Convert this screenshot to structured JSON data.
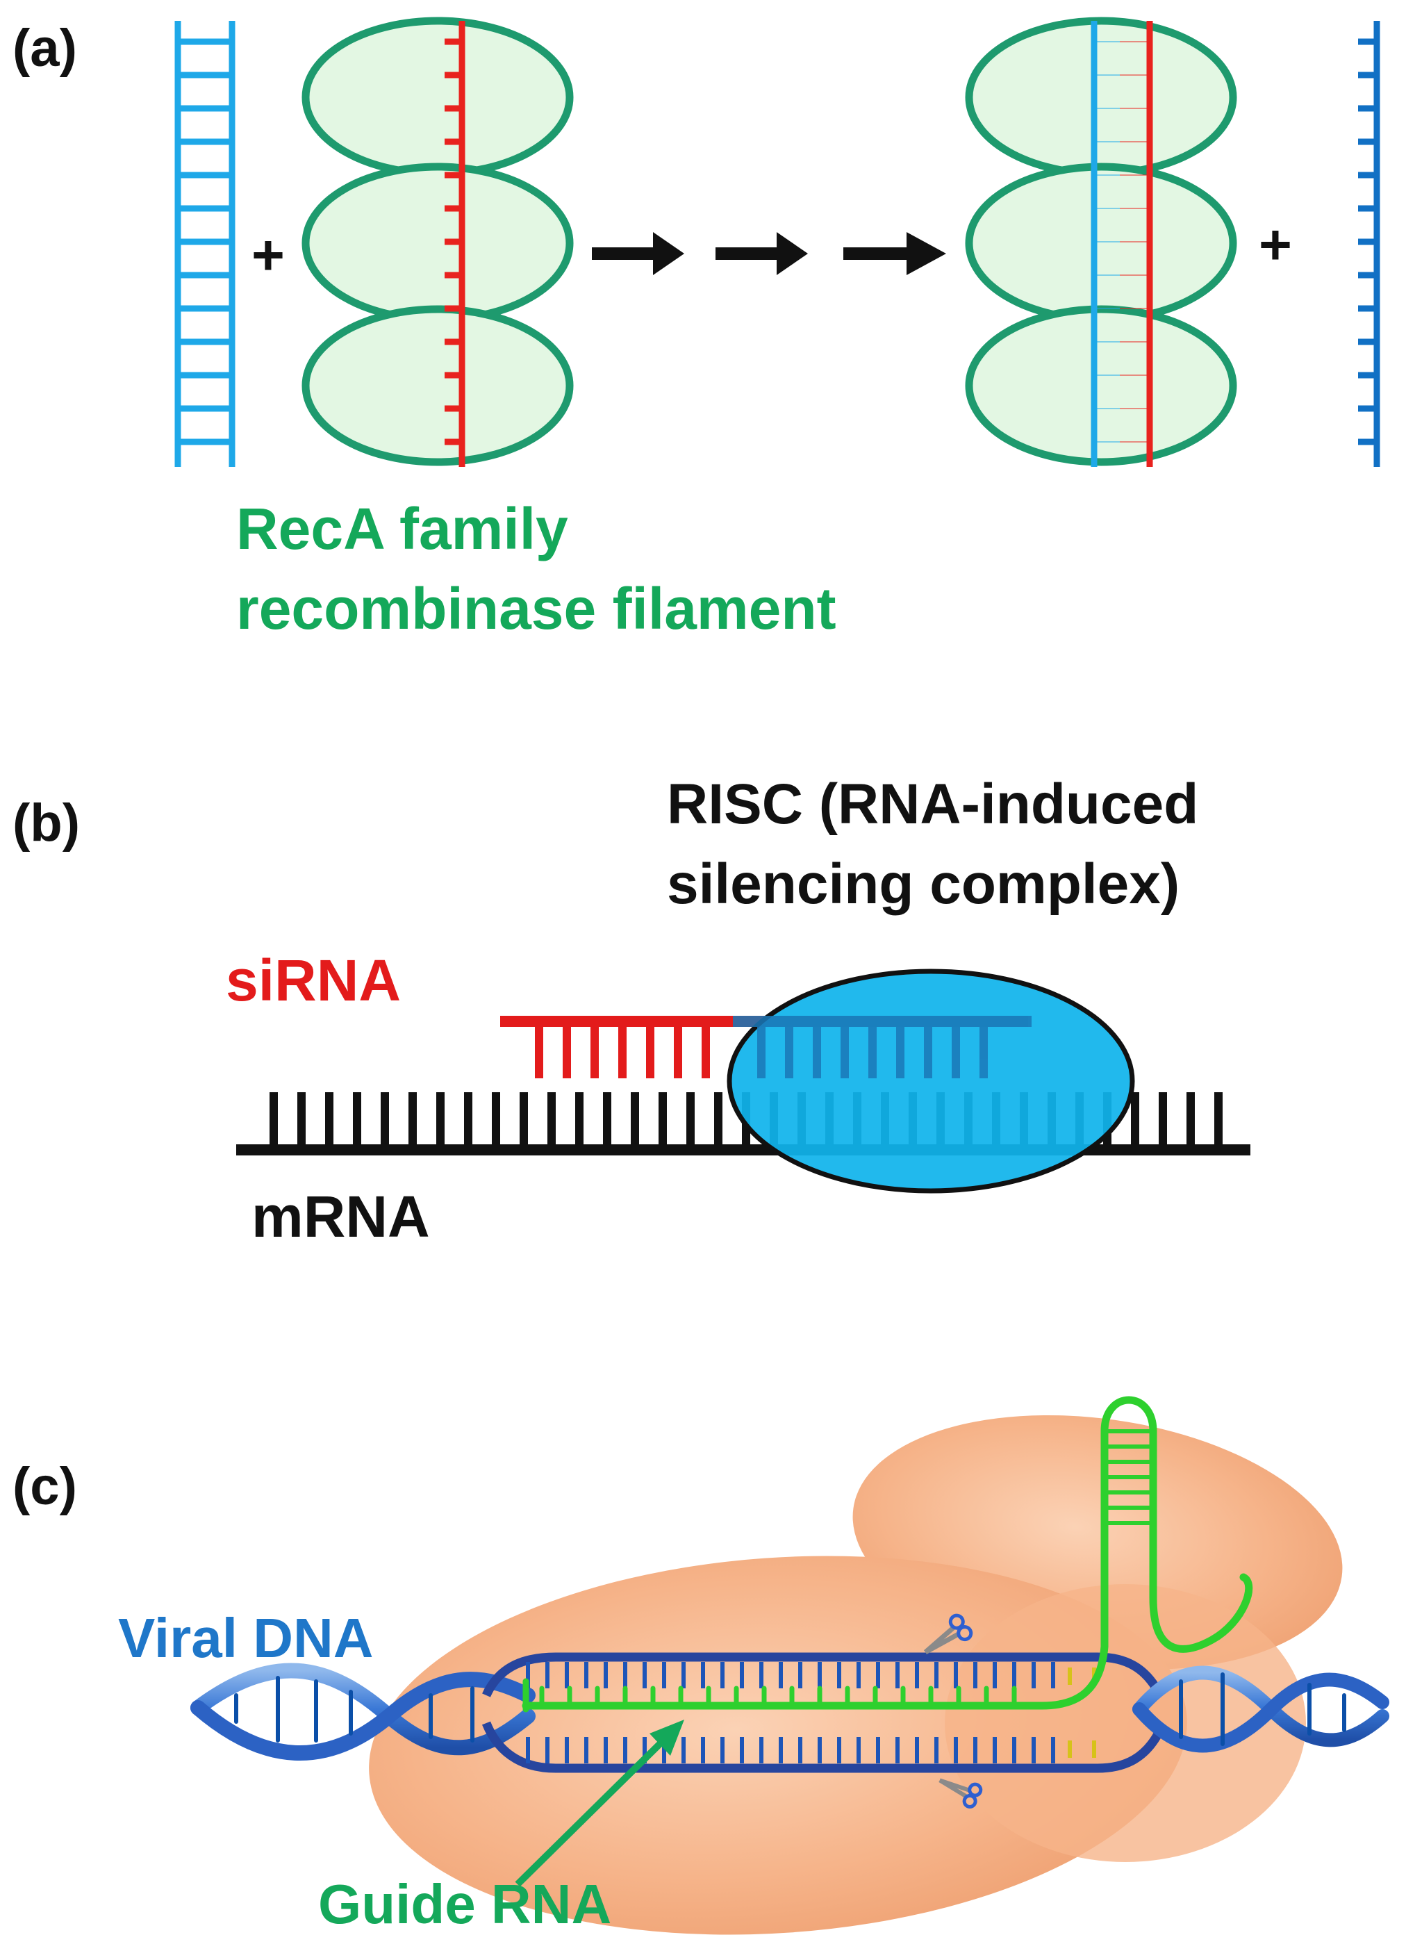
{
  "panel_a": {
    "label": "(a)",
    "plus_left": "+",
    "plus_right": "+",
    "caption_line1": "RecA family",
    "caption_line2": "recombinase filament"
  },
  "panel_b": {
    "label": "(b)",
    "risc_line1": "RISC (RNA-induced",
    "risc_line2": "silencing complex)",
    "sirna": "siRNA",
    "mrna": "mRNA"
  },
  "panel_c": {
    "label": "(c)",
    "viral_dna": "Viral DNA",
    "guide_rna": "Guide RNA"
  },
  "colors": {
    "ssdna_blue": "#1EA8E8",
    "dna_blue_dark": "#1170C4",
    "strand_red": "#E8221E",
    "filament_green": "#1E9A6E",
    "filament_fill": "#E3F7E3",
    "caption_green": "#14A85A",
    "risc_blue": "#10B4EC",
    "sirna_red": "#E31B1B",
    "protein_orange": "#F6B48A",
    "guide_green": "#2ED02E",
    "viral_blue": "#1F77C9"
  }
}
